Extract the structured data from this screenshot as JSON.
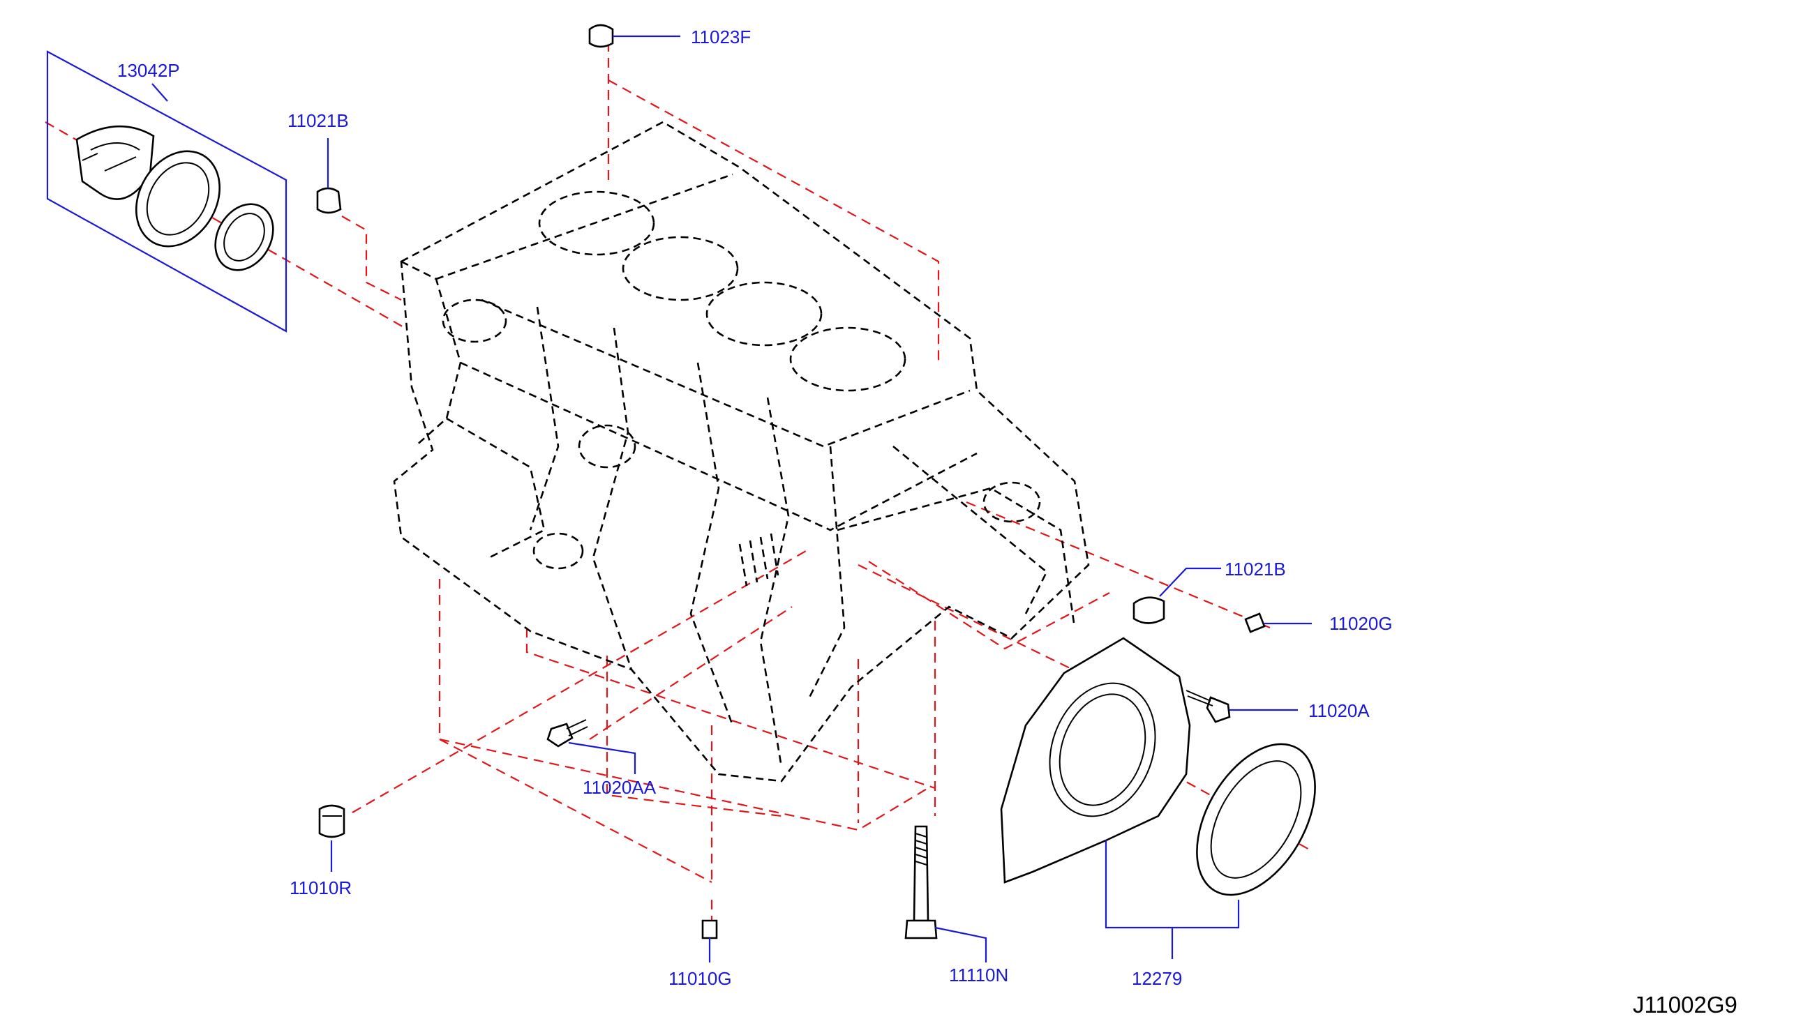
{
  "diagram": {
    "code": "J11002G9",
    "callouts": [
      "13042P",
      "11021B",
      "11023F",
      "11021B",
      "11020G",
      "11020A",
      "11020AA",
      "11010R",
      "11010G",
      "11110N",
      "12279"
    ]
  },
  "colors": {
    "callout_text": "#1a1ad6",
    "leader_line": "#1a1ad6",
    "phantom_line": "#e0161a",
    "outline": "#000000",
    "background": "#ffffff"
  }
}
